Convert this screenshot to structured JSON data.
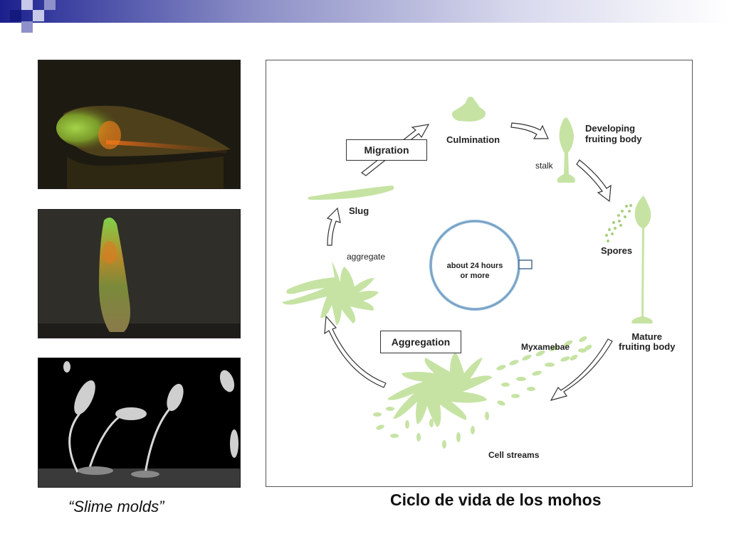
{
  "captions": {
    "photos": "“Slime molds”",
    "diagram": "Ciclo de vida de los mohos"
  },
  "diagram": {
    "stages": {
      "culmination": "Culmination",
      "developing": [
        "Developing",
        "fruiting body"
      ],
      "stalk": "stalk",
      "spores": "Spores",
      "mature": [
        "Mature",
        "fruiting body"
      ],
      "myxamebae": "Myxamebae",
      "cell_streams": "Cell streams",
      "aggregate": "aggregate",
      "slug": "Slug"
    },
    "boxes": {
      "migration": "Migration",
      "aggregation": "Aggregation"
    },
    "center": [
      "about 24 hours",
      "or more"
    ]
  },
  "colors": {
    "organism": "#c6e3a4",
    "cycle_ring": "#8fb7d8",
    "header_dark": "#1a1f8c"
  }
}
